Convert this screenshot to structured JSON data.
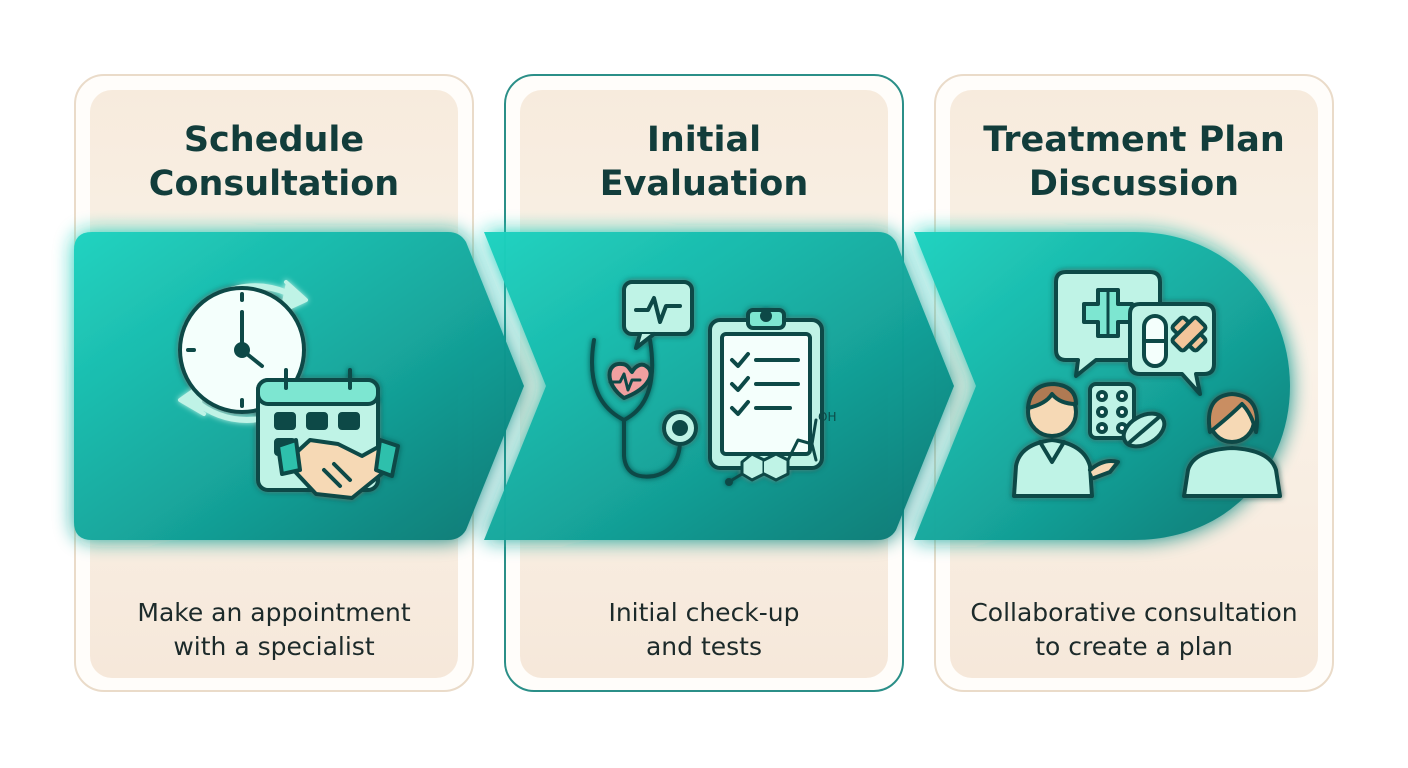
{
  "steps": [
    {
      "title": "Schedule\nConsultation",
      "description": "Make an appointment\nwith a specialist",
      "icon": "clock-calendar-handshake-icon"
    },
    {
      "title": "Initial\nEvaluation",
      "description": "Initial check-up\nand tests",
      "icon": "stethoscope-clipboard-icon"
    },
    {
      "title": "Treatment Plan\nDiscussion",
      "description": "Collaborative consultation\nto create a plan",
      "icon": "doctor-patient-consultation-icon"
    }
  ],
  "icon_text": {
    "oh_label": "OH"
  },
  "colors": {
    "band_light": "#1ed3c0",
    "band_dark": "#0d7d78",
    "card_fill": "#f7ebdd",
    "card_border": "#eadbc9",
    "active_border": "#2b8f88",
    "title_text": "#123d3b",
    "icon_fill": "#bff3e6",
    "icon_stroke": "#0c4a47"
  }
}
